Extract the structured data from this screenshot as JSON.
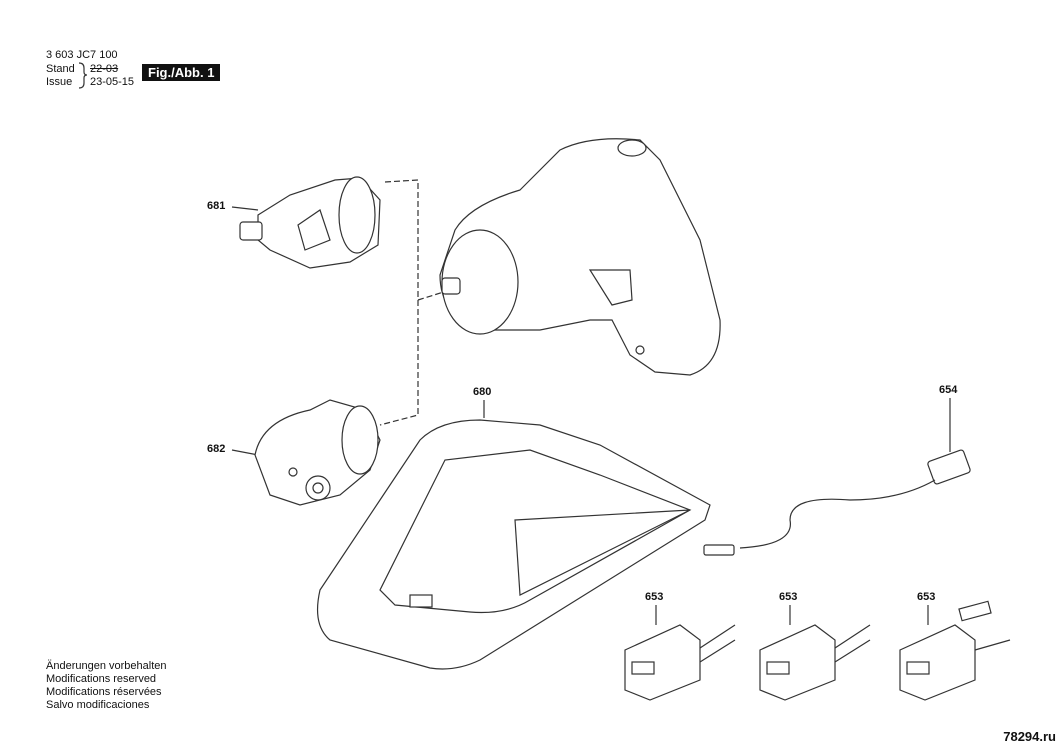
{
  "header": {
    "part_number": "3 603 JC7 100",
    "stand_label": "Stand",
    "issue_label": "Issue",
    "old_date": "22-03",
    "issue_date": "23-05-15",
    "figure_label": "Fig./Abb. 1"
  },
  "parts": [
    {
      "number": "681"
    },
    {
      "number": "682"
    },
    {
      "number": "680"
    },
    {
      "number": "654"
    },
    {
      "number": "653"
    },
    {
      "number": "653"
    },
    {
      "number": "653"
    }
  ],
  "footer": {
    "notes": [
      "Änderungen vorbehalten",
      "Modifications reserved",
      "Modifications réservées",
      "Salvo modificaciones"
    ]
  },
  "watermark": "78294.ru"
}
